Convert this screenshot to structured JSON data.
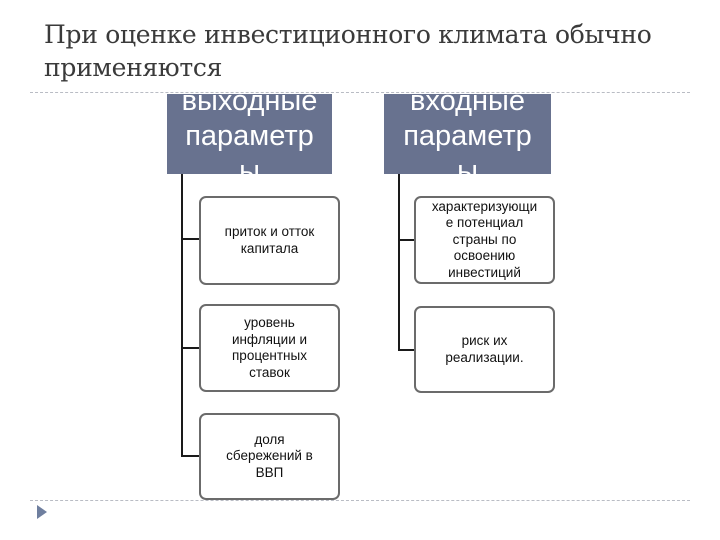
{
  "title": {
    "line1": "При оценке инвестиционного климата обычно",
    "line2": "применяются"
  },
  "left": {
    "header": [
      "выходные",
      "параметр",
      "ы"
    ],
    "items": [
      "приток и отток\nкапитала",
      "уровень\nинфляции и\nпроцентных\nставок",
      "доля\nсбережений в\nВВП"
    ]
  },
  "right": {
    "header": [
      "входные",
      "параметр",
      "ы"
    ],
    "items": [
      "характеризующи\nе потенциал\nстраны по\nосвоению\nинвестиций",
      "риск их\nреализации."
    ]
  },
  "colors": {
    "header_fill": "#68728f",
    "bullet": "#6f7f9f"
  },
  "icons": [
    "slide-bullet-icon"
  ]
}
